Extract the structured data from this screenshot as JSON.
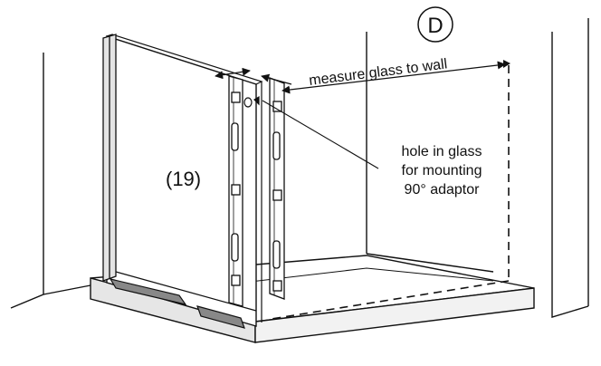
{
  "step_label": "D",
  "part_label": "(19)",
  "measure_label": "measure glass to wall",
  "hole_note": {
    "line1": "hole in glass",
    "line2": "for mounting",
    "line3": "90° adaptor"
  }
}
